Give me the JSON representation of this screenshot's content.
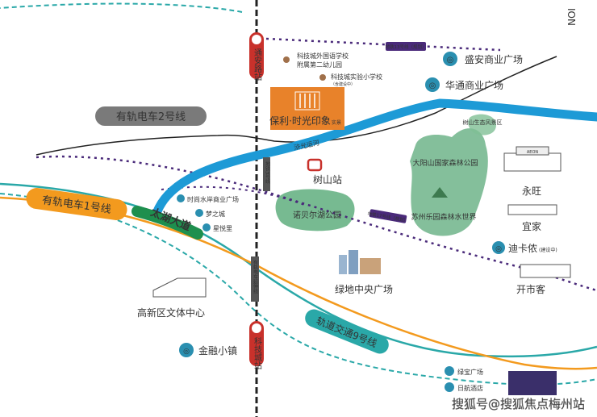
{
  "corner_letters": "ION",
  "transit": {
    "tram1_label": "有轨电车1号线",
    "tram2_label": "有轨电车2号线",
    "taihu_road_label": "太湖大道",
    "metro9_label": "轨道交通9号线",
    "canal_label": "浒光运河",
    "line13_tag": "地铁13号线（规划）",
    "line17_tag": "地铁17号线（规划）",
    "station_shushan": "树山站",
    "station_tongan": "通安路站",
    "station_kejicheng": "科技城站",
    "line_tag_vertical_1": "地铁3号线",
    "line_tag_vertical_2": "有轨电车延伸线"
  },
  "project": {
    "logo_text": "保利·时光印象",
    "logo_subtext": "实景"
  },
  "pois": {
    "foreign_school": "科技城外国语学校",
    "kindergarten": "附属第二幼儿园",
    "experimental_school": "科技城实验小学校",
    "experimental_school_sub": "（含建设中）",
    "shengan_plaza": "盛安商业广场",
    "huatong_plaza": "华通商业广场",
    "shushan_scenic": "树山生态风景区",
    "taiyang_park": "大阳山国家森林公园",
    "suzhou_paradise": "苏州乐园森林水世界",
    "nobel_park": "诺贝尔湖公园",
    "waterfront_plaza": "时尚水岸商业广场",
    "mengzhicheng": "梦之城",
    "xingyueli": "星悦里",
    "aeon": "永旺",
    "ikea": "宜家",
    "decathlon": "迪卡侬",
    "decathlon_sub": "(建设中)",
    "greenland_plaza": "绿地中央广场",
    "costco": "开市客",
    "culture_center": "高新区文体中心",
    "finance_town": "金融小镇",
    "lvbao_plaza": "绿宝广场",
    "rihang_hotel": "日航酒店",
    "aeon_sign": "AEON"
  },
  "watermark": "搜狐号@搜狐焦点梅州站",
  "colors": {
    "canal": "#1d9ad6",
    "tram1": "#f39a1e",
    "metro9": "#2aa8a8",
    "taihu_road": "#1e8f4e",
    "dark_line": "#222222",
    "purple_dash": "#4a2a7a",
    "green_park": "#5aa878",
    "project_orange": "#e8822a",
    "station_red": "#c8312b"
  }
}
